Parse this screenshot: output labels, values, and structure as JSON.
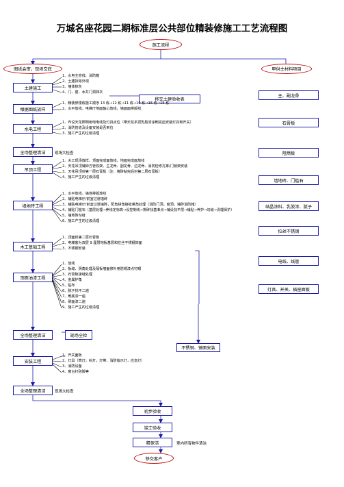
{
  "title": "万城名座花园二期标准层公共部位精装修施工工艺流程图",
  "start": "施工流程",
  "end": "移交客户",
  "left_start": "图纸会审，现场交底",
  "right_start": "甲供主材料项目",
  "stages": {
    "civil": {
      "label": "土建施工",
      "steps": [
        "1、水电主管线、消防箱",
        "2、土建拆除外观",
        "3、墙体抹灰",
        "4、门、窗、水井门洞抹灰"
      ]
    },
    "layout": {
      "label": "根据图纸放样",
      "steps": [
        "1、精装修楼栋施工顺序 13 栋→12 栋→11 栋→10 栋→16 栋→15 栋",
        "2、水平放线，电梯厅地面轴心放线，墙面面排版线"
      ]
    },
    "mep": {
      "label": "水电工程",
      "steps": [
        "1、布设天花照明用电电线及灯具点位（带天花吊顶乳胶漆涂刷完后安装灯具和开关）",
        "2、消防管道及设备安装是否到位",
        "3、施工产生的垃圾清理"
      ]
    },
    "clean1": {
      "label": "全场整理清洁",
      "note": "现场大检查"
    },
    "ceiling": {
      "label": "吊顶工程",
      "steps": [
        "1、木工现场放样，顶面完成面放线，地面完成面放线",
        "2、天花吊顶铺钟方管铁架、主龙骨、副龙骨、边龙骨、消防检修孔等/门锁架安装",
        "3、天花吊顶封第一层石膏板（注：墙砖粘完后封第二层石膏板）",
        "4、施工产生的垃圾清理"
      ]
    },
    "wall_tile": {
      "label": "墙地砖工程",
      "steps": [
        "1、水平放线，墙地排版放线",
        "2、铺贴电梯厅/前室过道墙砖",
        "3、铺贴电梯厅/前室过道墙砖，阳角拼角接缝乘角处理（消防门洞，窗洞，墙砖消防箱）",
        "4、铺贴门槛石（基层处理→养线定标高→设控制线→排砖找基准点→铺设找平层→铺贴→养护→勾缝→清理保护）",
        "5、墙地砖勾缝",
        "6、施工产生的垃圾清理"
      ]
    },
    "carpentry": {
      "label": "木工基础工程",
      "steps": [
        "1、顶面封第二层石膏板",
        "2、电梯客为双层 9 厘层地板基层和拉丝不锈钢饰面",
        "3、不锈钢安装"
      ]
    },
    "paint": {
      "label": "顶面油漆工程",
      "steps": [
        "1、放线",
        "2、板缝、阴角处理及隔板墙面修补用防锈漆点钉眼",
        "3、石膏板接缝处理",
        "4、金属护角",
        "5、贴布",
        "6、腻子找平二遍",
        "7、刷底漆一遍",
        "8、刷面漆二遍",
        "9、施工产生的垃圾清理"
      ]
    },
    "clean2": {
      "label": "全场整理清洁",
      "note": "现场全检"
    },
    "steel": {
      "label": "不锈钢、镜面安装"
    },
    "install": {
      "label": "安装工程",
      "steps": [
        "1、开关面板",
        "2、灯具（筒灯，射灯，灯带，消防指示灯，应急灯）",
        "3、消防设备",
        "4、窗台打硅胶等"
      ]
    },
    "clean3": {
      "label": "全场整理清洁",
      "note": "现场大检查"
    },
    "inspection": {
      "label": "初步验收"
    },
    "completion": {
      "label": "竣工验收"
    },
    "warranty": {
      "label": "精保洁",
      "note": "室内所有物件清洁"
    },
    "handover_civil": {
      "label": "移交土建验收表"
    }
  },
  "materials": [
    "主、副龙骨",
    "石膏板",
    "阻燃板",
    "墙地砖、门槛石",
    "结晶涂料、乳胶漆、腻子",
    "拉丝不锈钢",
    "电线、线管",
    "灯具、开关、插座面板"
  ]
}
